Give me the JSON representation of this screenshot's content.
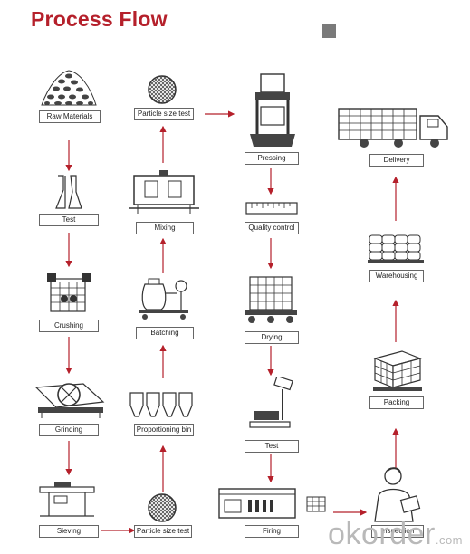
{
  "header": {
    "title": "Process Flow"
  },
  "steps": {
    "raw_materials": "Raw Materials",
    "test1": "Test",
    "crushing": "Crushing",
    "grinding": "Grinding",
    "sieving": "Sieving",
    "particle_test_bottom": "Particle size test",
    "proportioning": "Proportioning bin",
    "batching": "Batching",
    "mixing": "Mixing",
    "particle_test_top": "Particle size test",
    "pressing": "Pressing",
    "quality_control": "Quality control",
    "drying": "Drying",
    "test2": "Test",
    "firing": "Firing",
    "inspection": "Inspection",
    "packing": "Packing",
    "warehousing": "Warehousing",
    "delivery": "Delivery"
  },
  "watermark": {
    "brand": "okorder",
    "suffix": ".com"
  },
  "colors": {
    "title": "#b5202b",
    "arrow": "#b5202b",
    "line": "#333333"
  }
}
